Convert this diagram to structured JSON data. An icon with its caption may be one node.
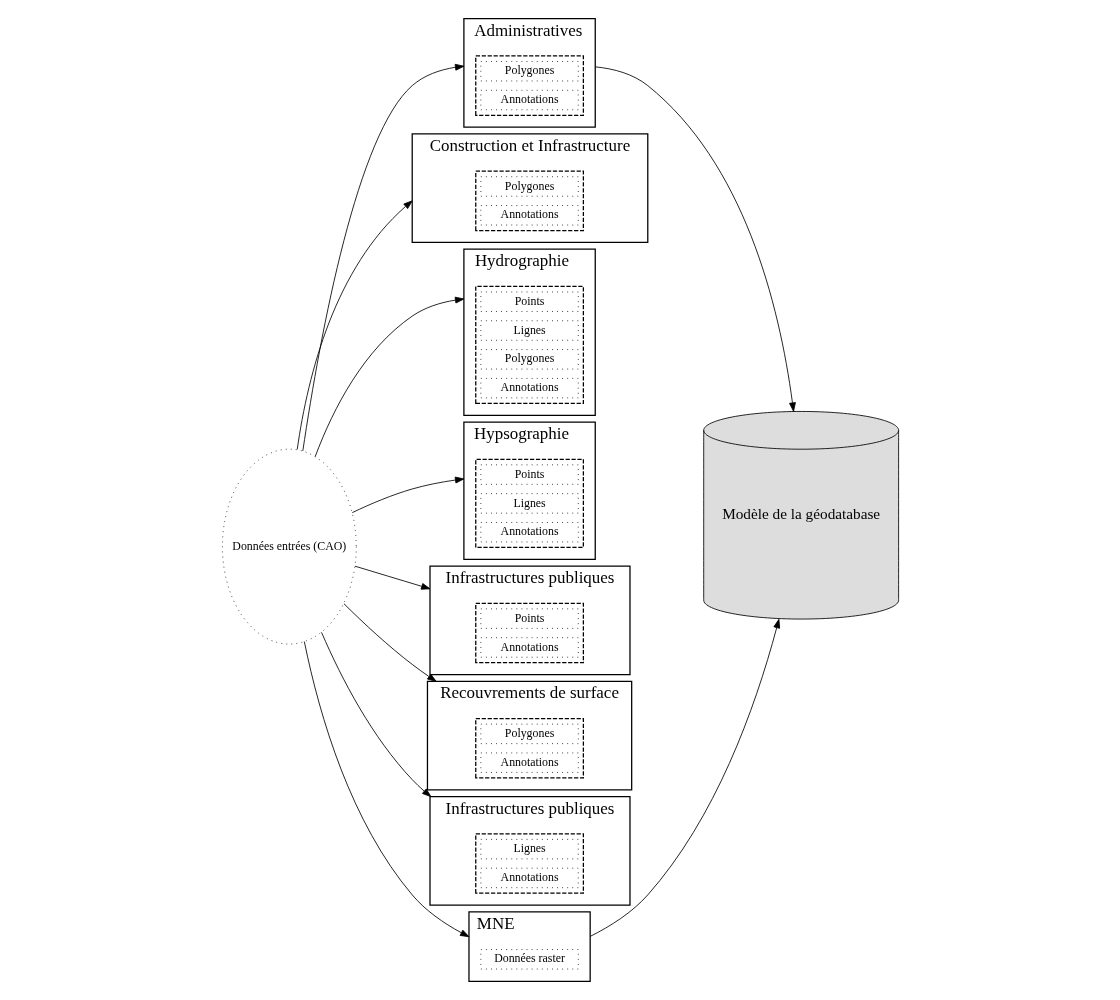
{
  "diagram": {
    "nodes": [
      {
        "text": [
          "Données entrées (CAO)"
        ]
      },
      {
        "text": [
          "Administratives"
        ]
      },
      {
        "text": [],
        "shape": "box",
        "in": 1
      },
      {
        "text": [
          "Polygones"
        ],
        "in": 2
      },
      {
        "text": [
          "Annotations"
        ],
        "in": 2
      },
      {
        "text": [
          "Construction et Infrastructure"
        ]
      },
      {
        "text": [],
        "shape": "box",
        "in": 5
      },
      {
        "text": [
          "Polygones"
        ],
        "in": 6
      },
      {
        "text": [
          "Annotations"
        ],
        "in": 6
      },
      {
        "text": [
          "Hydrographie"
        ]
      },
      {
        "text": [],
        "shape": "box",
        "in": 9
      },
      {
        "text": [
          "Points"
        ],
        "in": 10
      },
      {
        "text": [
          "Lignes"
        ],
        "in": 10
      },
      {
        "text": [
          "Polygones"
        ],
        "in": 10
      },
      {
        "text": [
          "Annotations"
        ],
        "in": 10
      },
      {
        "text": [
          "Hypsographie"
        ]
      },
      {
        "text": [],
        "shape": "box",
        "in": 15
      },
      {
        "text": [
          "Points"
        ],
        "in": 16
      },
      {
        "text": [
          "Lignes"
        ],
        "in": 16
      },
      {
        "text": [
          "Annotations"
        ],
        "in": 16
      },
      {
        "text": [
          "Infrastructures publiques"
        ]
      },
      {
        "text": [],
        "shape": "box",
        "in": 20
      },
      {
        "text": [
          "Points"
        ],
        "in": 21
      },
      {
        "text": [
          "Annotations"
        ],
        "in": 21
      },
      {
        "text": [
          "Recouvrements de surface"
        ]
      },
      {
        "text": [],
        "shape": "box",
        "in": 24
      },
      {
        "text": [
          "Polygones"
        ],
        "in": 25
      },
      {
        "text": [
          "Annotations"
        ],
        "in": 25
      },
      {
        "text": [
          "Infrastructures publiques"
        ]
      },
      {
        "text": [],
        "shape": "box",
        "in": 28
      },
      {
        "text": [
          "Lignes"
        ],
        "in": 29
      },
      {
        "text": [
          "Annotations"
        ],
        "in": 29
      },
      {
        "text": [
          "MNE"
        ]
      },
      {
        "text": [
          "Données raster"
        ],
        "in": 32
      },
      {
        "text": [
          "Modèle de la géodatabase"
        ]
      }
    ],
    "edges": [
      {
        "from": 0,
        "to": 1,
        "arrow": "to"
      },
      {
        "from": 0,
        "to": 5,
        "arrow": "to"
      },
      {
        "from": 0,
        "to": 9,
        "arrow": "to"
      },
      {
        "from": 0,
        "to": 15,
        "arrow": "to"
      },
      {
        "from": 0,
        "to": 20,
        "arrow": "to"
      },
      {
        "from": 0,
        "to": 24,
        "arrow": "to"
      },
      {
        "from": 0,
        "to": 28,
        "arrow": "to"
      },
      {
        "from": 0,
        "to": 32,
        "arrow": "to"
      },
      {
        "from": 1,
        "to": 34,
        "arrow": "to"
      },
      {
        "from": 32,
        "to": 34,
        "arrow": "to"
      }
    ]
  }
}
